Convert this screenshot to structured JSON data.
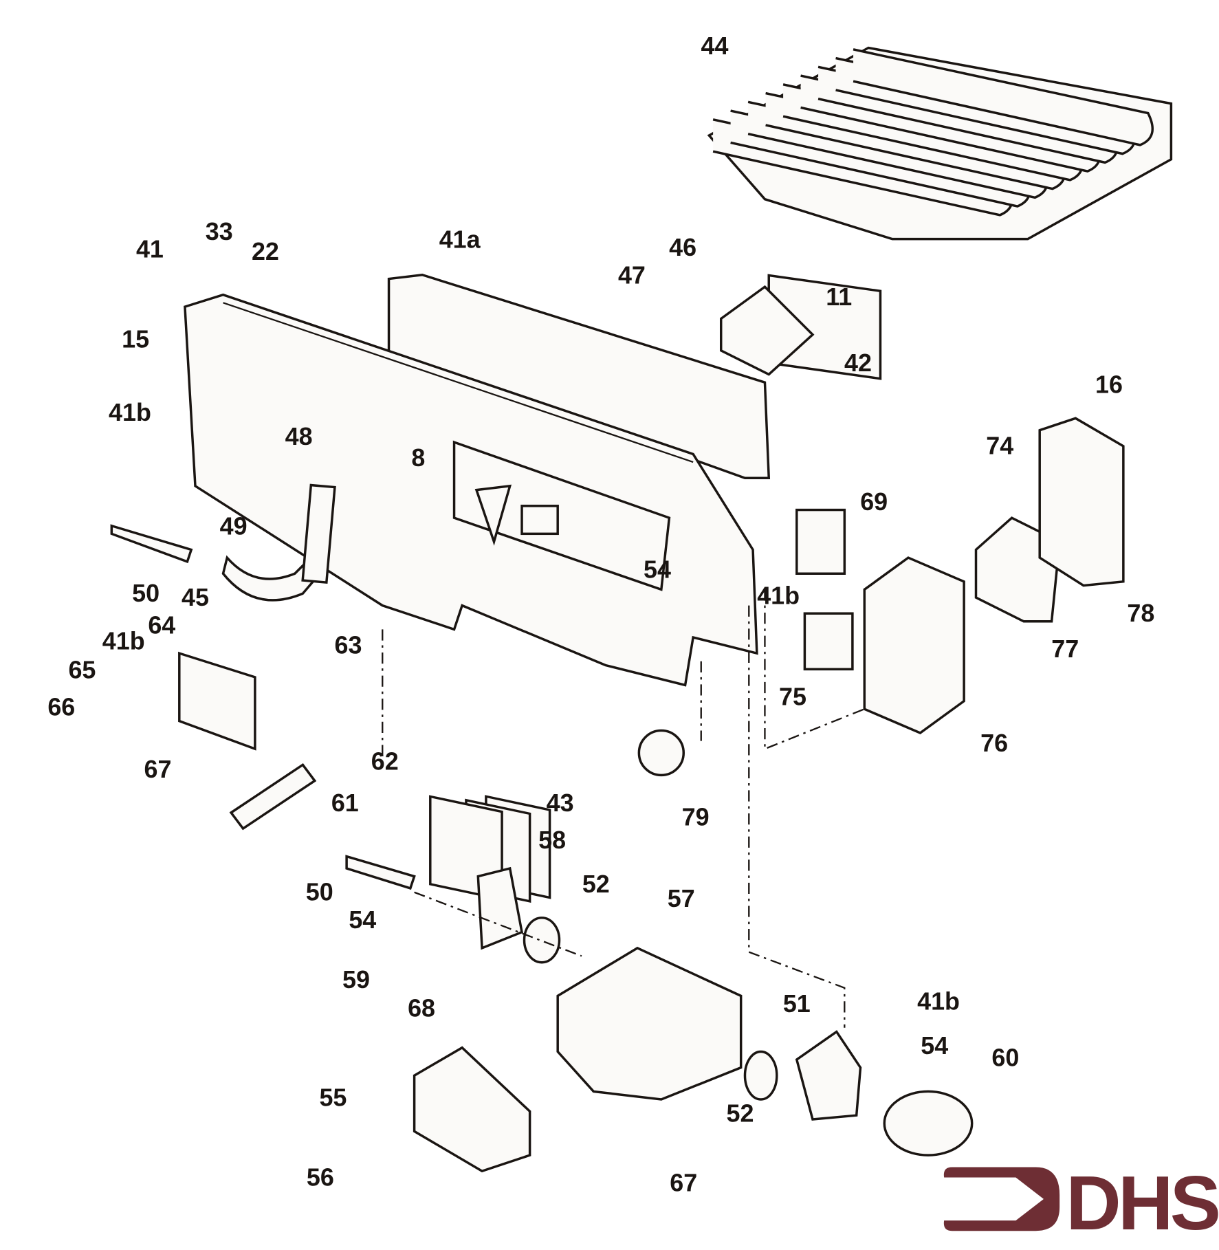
{
  "diagram": {
    "type": "exploded parts diagram",
    "labels": [
      "44",
      "33",
      "22",
      "41",
      "41a",
      "46",
      "47",
      "11",
      "15",
      "42",
      "41b",
      "16",
      "74",
      "48",
      "8",
      "69",
      "49",
      "50",
      "45",
      "54",
      "41b",
      "78",
      "77",
      "41b",
      "64",
      "63",
      "65",
      "66",
      "75",
      "76",
      "67",
      "62",
      "61",
      "43",
      "79",
      "58",
      "50",
      "52",
      "57",
      "54",
      "59",
      "68",
      "51",
      "41b",
      "54",
      "60",
      "55",
      "52",
      "56",
      "67"
    ]
  },
  "logo": {
    "text": "DHS",
    "color": "#6e2e34"
  }
}
